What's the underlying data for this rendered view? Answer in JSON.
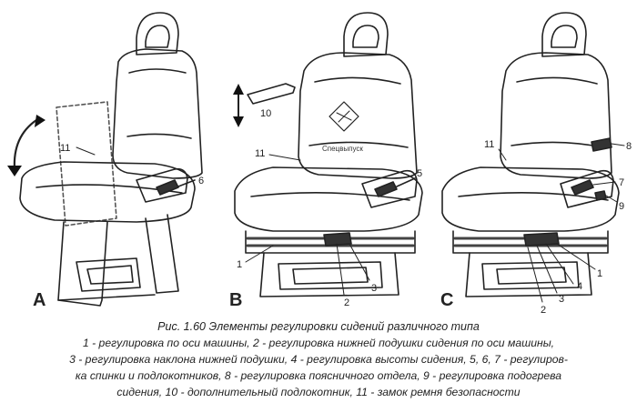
{
  "panels": {
    "a": {
      "letter": "A",
      "callouts": [
        "11",
        "6"
      ]
    },
    "b": {
      "letter": "B",
      "callouts": [
        "10",
        "11",
        "5",
        "1",
        "2",
        "3"
      ],
      "badge": "Спецвыпуск"
    },
    "c": {
      "letter": "C",
      "callouts": [
        "11",
        "8",
        "7",
        "9",
        "1",
        "4",
        "3",
        "2"
      ]
    }
  },
  "caption": {
    "title": "Рис. 1.60 Элементы регулировки сидений различного типа",
    "line1": "1 - регулировка по оси машины, 2 - регулировка нижней подушки сидения по оси машины,",
    "line2": "3 - регулировка наклона нижней подушки, 4 - регулировка высоты сидения, 5, 6, 7 - регулиров-",
    "line3": "ка спинки и подлокотников, 8 - регулировка поясничного отдела, 9 - регулировка подогрева",
    "line4": "сидения, 10 - дополнительный подлокотник, 11 - замок ремня безопасности"
  }
}
